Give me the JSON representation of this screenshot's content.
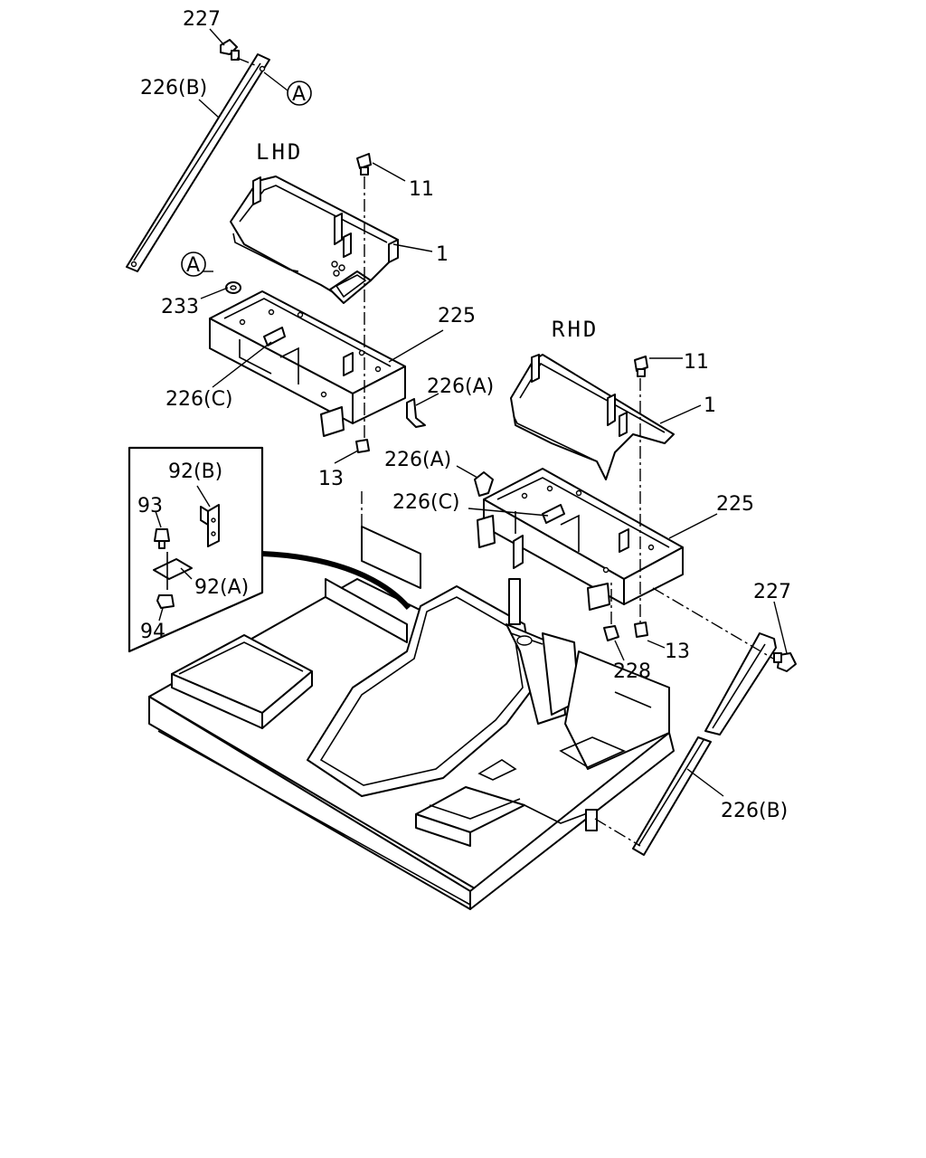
{
  "labels": {
    "top_227": "227",
    "top_226b": "226(B)",
    "top_a": "A",
    "lhd": "LHD",
    "lhd_11": "11",
    "lhd_1": "1",
    "left_a": "A",
    "l233": "233",
    "lhd_225": "225",
    "lhd_226a": "226(A)",
    "lhd_226c": "226(C)",
    "lhd_13": "13",
    "rhd": "RHD",
    "rhd_11": "11",
    "rhd_1": "1",
    "rhd_226a": "226(A)",
    "rhd_226c": "226(C)",
    "rhd_225": "225",
    "inset_92b": "92(B)",
    "inset_93": "93",
    "inset_92a": "92(A)",
    "inset_94": "94",
    "r227": "227",
    "r13": "13",
    "r228": "228",
    "r226b": "226(B)"
  }
}
